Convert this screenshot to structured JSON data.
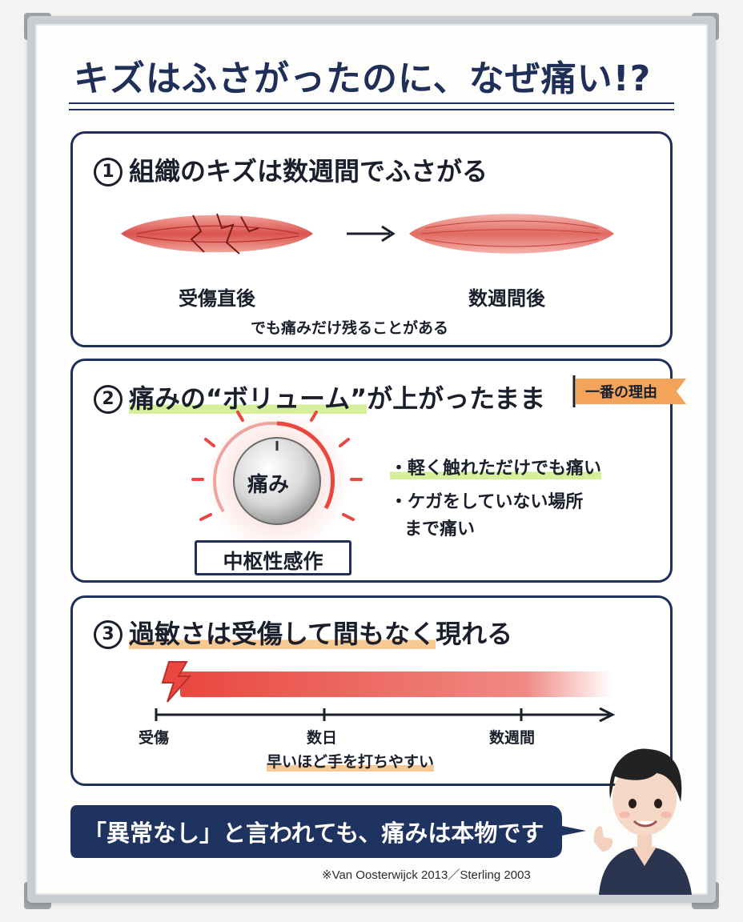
{
  "title": "キズはふさがったのに、なぜ痛い!?",
  "section1": {
    "num": "1",
    "heading": "組織のキズは数週間でふさがる",
    "label_before": "受傷直後",
    "label_after": "数週間後",
    "note": "でも痛みだけ残ることがある"
  },
  "section2": {
    "num": "2",
    "heading_a": "痛みの",
    "heading_b": "“ボリューム”",
    "heading_c": "が上がったまま",
    "flag": "一番の理由",
    "dial_text": "痛み",
    "dial_label": "中枢性感作",
    "bullets": [
      "・軽く触れただけでも痛い",
      "・ケガをしていない場所",
      "まで痛い"
    ]
  },
  "section3": {
    "num": "3",
    "heading_a": "過敏さは",
    "heading_b": "受傷して間もなく",
    "heading_c": "現れる",
    "ticks": [
      "受傷",
      "数日",
      "数週間"
    ],
    "note": "早いほど手を打ちやすい"
  },
  "banner": "「異常なし」と言われても、痛みは本物です",
  "citation": "※Van Oosterwijck 2013／Sterling 2003",
  "colors": {
    "navy": "#1f2f58",
    "red": "#e9473f",
    "green_highlight": "#d6ef9a",
    "orange_highlight": "#f6c995",
    "flag": "#f3a35a"
  }
}
